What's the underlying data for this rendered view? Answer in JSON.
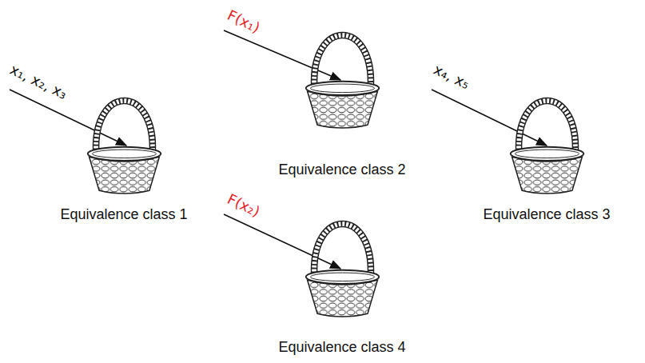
{
  "diagram": {
    "nodes": [
      {
        "text": [
          "Equivalence class 1"
        ]
      },
      {
        "text": [
          "Equivalence class 2"
        ]
      },
      {
        "text": [
          "Equivalence class 3"
        ]
      },
      {
        "text": [
          "Equivalence class 4"
        ]
      }
    ],
    "labels": [
      "x₁, x₂, x₃",
      "F(x₁)",
      "x₄, x₅",
      "F(x₂)"
    ]
  }
}
